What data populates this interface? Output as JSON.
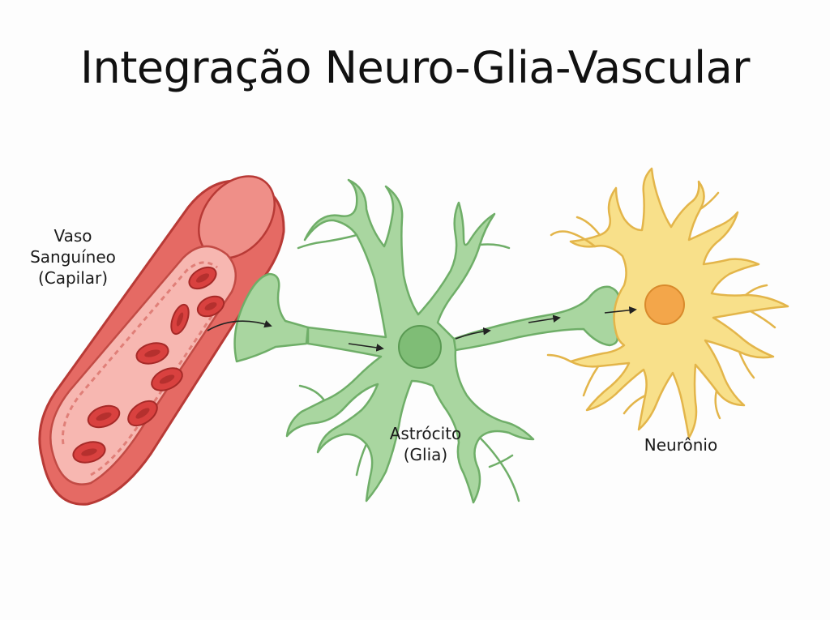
{
  "title": "Integração Neuro-Glia-Vascular",
  "labels": {
    "vessel": [
      "Vaso",
      "Sanguíneo",
      "(Capilar)"
    ],
    "astrocyte": [
      "Astrócito",
      "(Glia)"
    ],
    "neuron": [
      "Neurônio"
    ]
  },
  "colors": {
    "vessel": "#e35d5d",
    "vessel_light": "#f6a7a2",
    "blood_cell": "#d83c3c",
    "astrocyte": "#a9d6a0",
    "astrocyte_dark": "#6fae68",
    "neuron": "#f8e08a",
    "neuron_dark": "#e3b54a",
    "neuron_nucleus": "#f0a84a",
    "arrow": "#222222"
  }
}
